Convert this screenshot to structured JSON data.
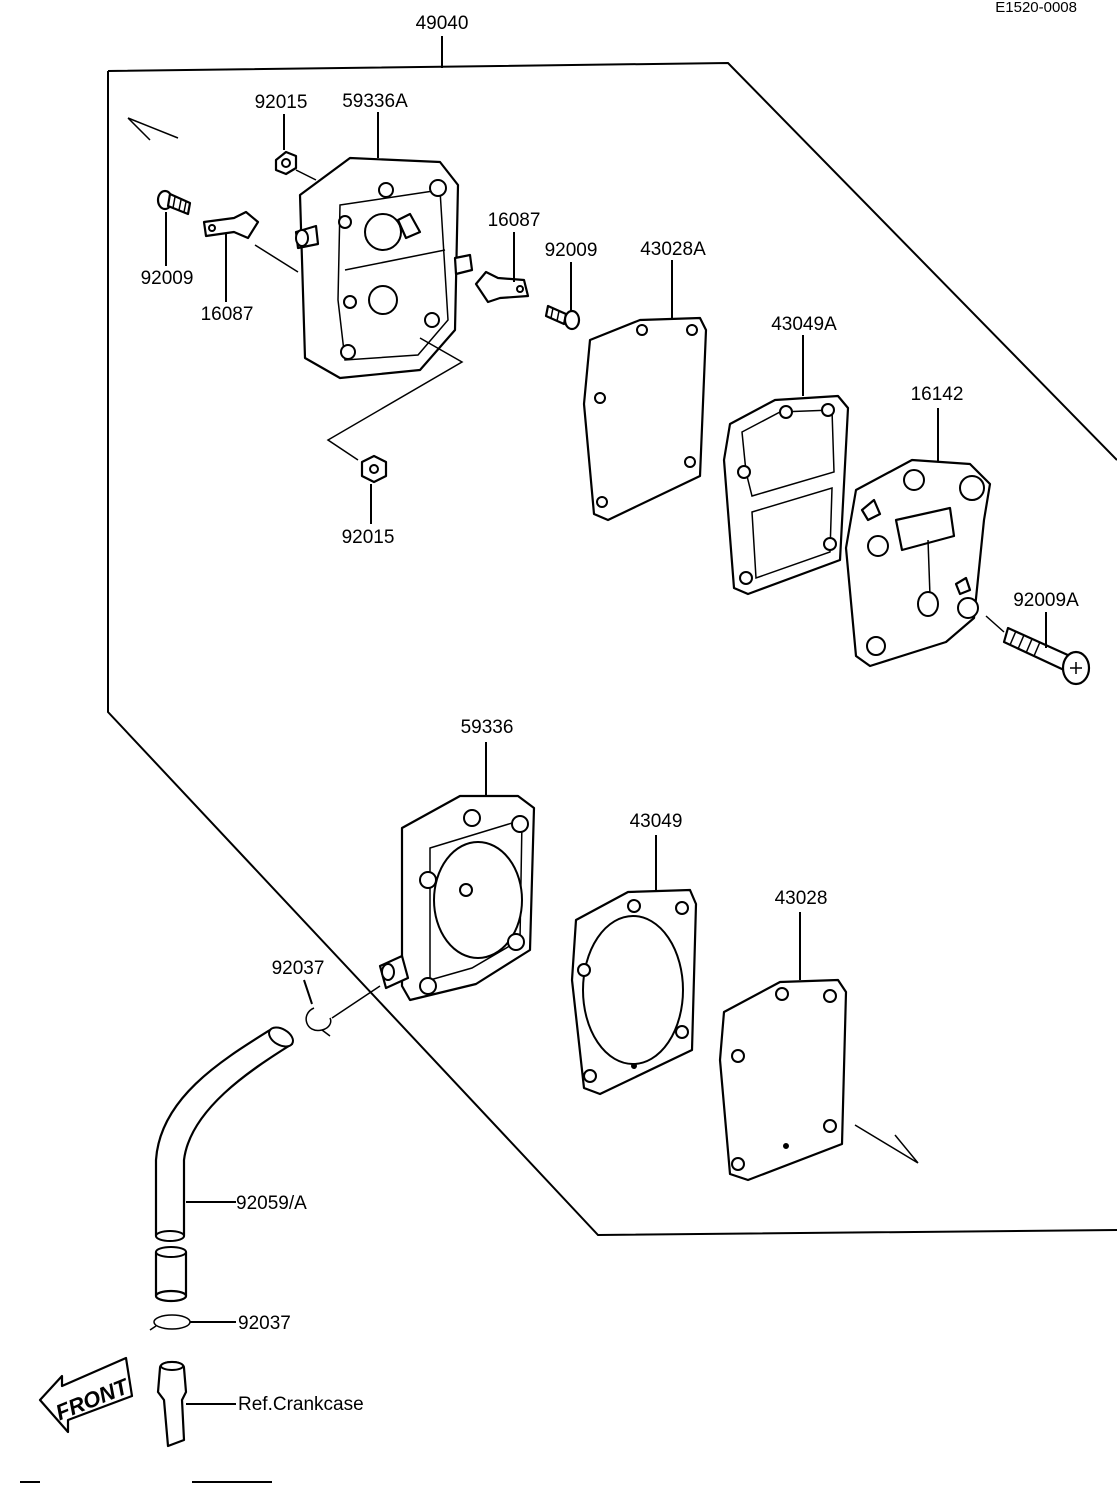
{
  "diagram": {
    "drawing_code": "E1520-0008",
    "front_label": "FRONT",
    "labels": {
      "assembly": "49040",
      "nut_upper": "92015",
      "upper_body": "59336A",
      "screw_upper_left": "92009",
      "valve_upper_left": "16087",
      "valve_upper_right": "16087",
      "screw_upper_right": "92009",
      "diaphragm_upper": "43028A",
      "gasket_upper": "43049A",
      "cover_plate": "16142",
      "bolt_long": "92009A",
      "nut_lower": "92015",
      "lower_body": "59336",
      "gasket_lower": "43049",
      "diaphragm_lower": "43028",
      "clip_upper": "92037",
      "fuel_hose": "92059/A",
      "clip_lower": "92037",
      "crankcase_ref": "Ref.Crankcase"
    }
  }
}
